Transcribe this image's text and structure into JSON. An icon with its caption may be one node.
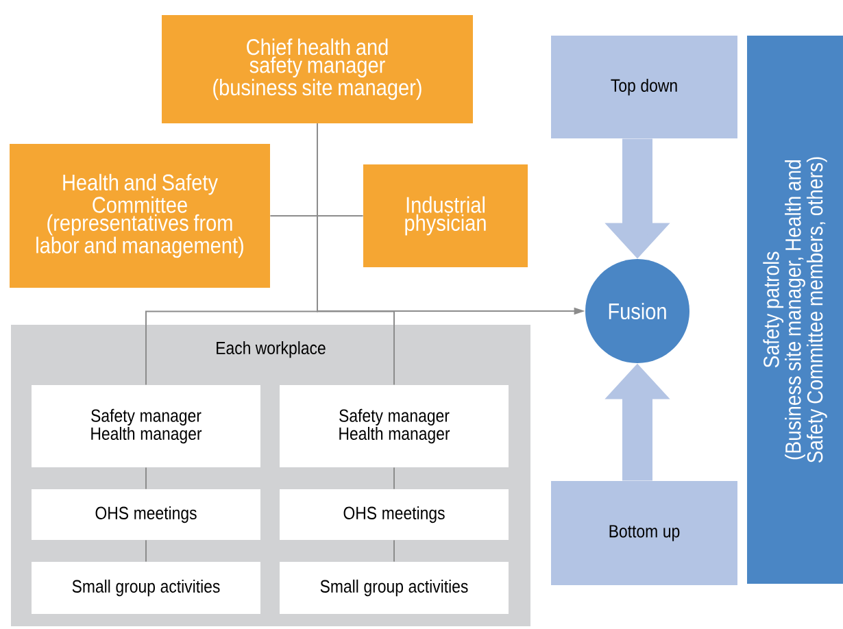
{
  "diagram": {
    "nodes": [
      {
        "text": [
          "Chief health and safety manager (business site manager)"
        ]
      },
      {
        "text": [
          "Health and Safety Committee (representatives from labor and management)"
        ]
      },
      {
        "text": [
          "Industrial physician"
        ]
      },
      {
        "text": [
          "Each workplace"
        ]
      },
      {
        "text": [
          "Safety manager Health manager"
        ],
        "in": 3
      },
      {
        "text": [
          "Safety manager Health manager"
        ],
        "in": 3
      },
      {
        "text": [
          "OHS meetings"
        ],
        "in": 3
      },
      {
        "text": [
          "OHS meetings"
        ],
        "in": 3
      },
      {
        "text": [
          "Small group activities"
        ],
        "in": 3
      },
      {
        "text": [
          "Small group activities"
        ],
        "in": 3
      },
      {
        "text": [
          "Top down"
        ]
      },
      {
        "text": [
          "Fusion"
        ]
      },
      {
        "text": [
          "Bottom up"
        ]
      },
      {
        "text": [
          "Safety patrols",
          "(Business site manager, Health and Safety Committee members, others)"
        ]
      }
    ],
    "edges": [
      {
        "from": 0,
        "to": 1,
        "arrow": "none"
      },
      {
        "from": 0,
        "to": 2,
        "arrow": "none"
      },
      {
        "from": 0,
        "to": 4,
        "arrow": "none"
      },
      {
        "from": 0,
        "to": 5,
        "arrow": "none"
      },
      {
        "from": 0,
        "to": 11,
        "arrow": "to"
      },
      {
        "from": 4,
        "to": 6,
        "arrow": "none"
      },
      {
        "from": 6,
        "to": 8,
        "arrow": "none"
      },
      {
        "from": 5,
        "to": 7,
        "arrow": "none"
      },
      {
        "from": 7,
        "to": 9,
        "arrow": "none"
      },
      {
        "from": 10,
        "to": 11,
        "arrow": "to",
        "style": "thick",
        "color": "#b3c4e4"
      },
      {
        "from": 12,
        "to": 11,
        "arrow": "to",
        "style": "thick",
        "color": "#b3c4e4"
      }
    ]
  }
}
